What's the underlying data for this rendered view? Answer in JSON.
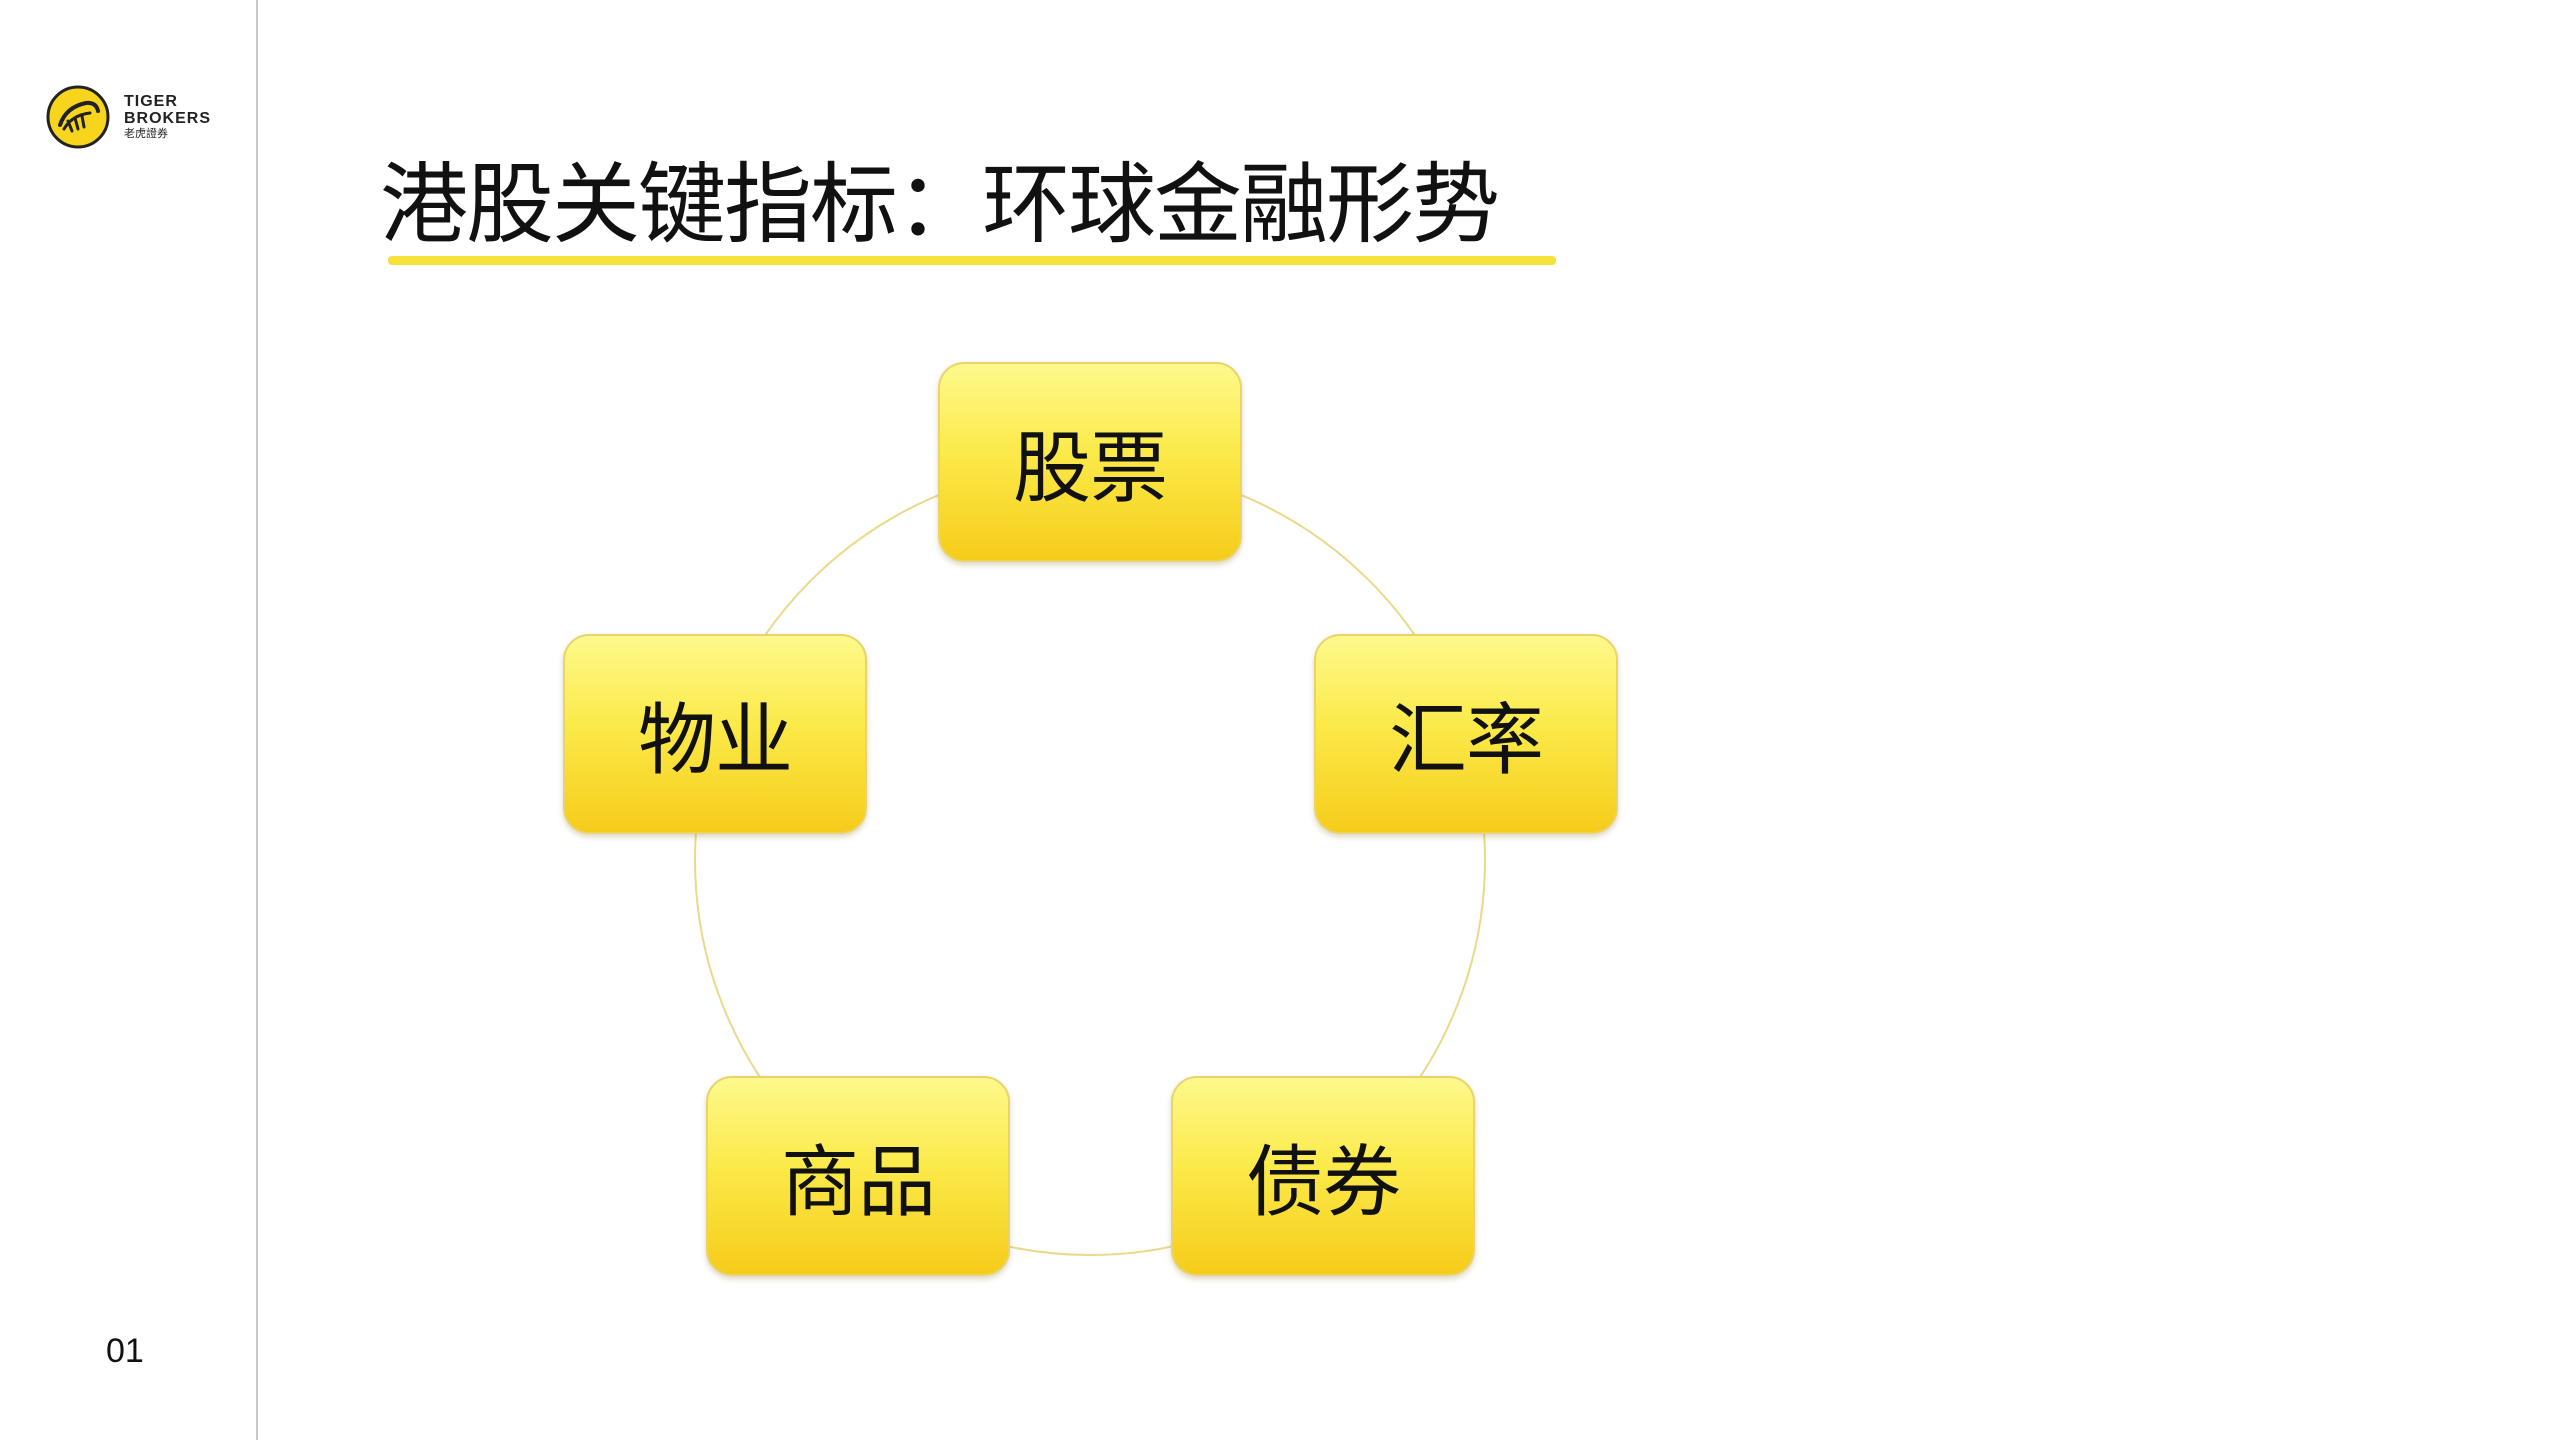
{
  "logo": {
    "line1": "TIGER",
    "line2": "BROKERS",
    "line3": "老虎證券",
    "brand_color": "#F7D51D"
  },
  "title": "港股关键指标：环球金融形势",
  "page_number": "01",
  "colors": {
    "accent": "#F7E23A",
    "node_top": "#FDF98C",
    "node_bottom": "#F6CC1A",
    "cycle_line": "#EAD98A",
    "divider": "#C9C9C9"
  },
  "cycle": {
    "nodes": [
      {
        "id": "stock",
        "label": "股票"
      },
      {
        "id": "fx",
        "label": "汇率"
      },
      {
        "id": "bond",
        "label": "债券"
      },
      {
        "id": "commodity",
        "label": "商品"
      },
      {
        "id": "property",
        "label": "物业"
      }
    ]
  }
}
